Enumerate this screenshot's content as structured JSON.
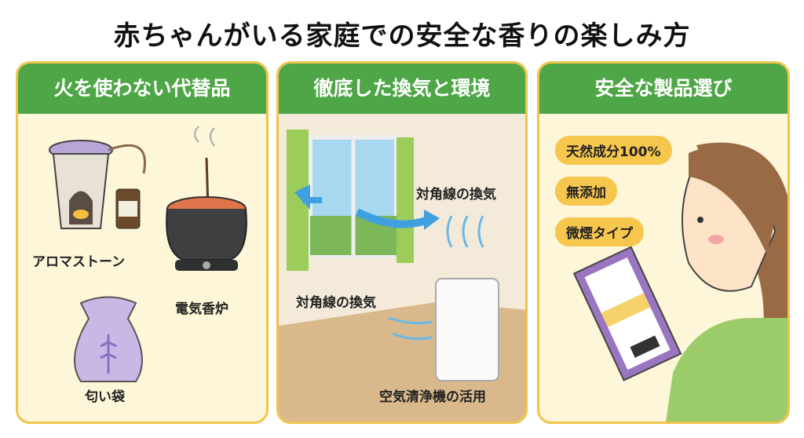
{
  "title": "赤ちゃんがいる家庭での安全な香りの楽しみ方",
  "panels": [
    {
      "heading": "火を使わない代替品",
      "items": [
        "アロマストーン",
        "電気香炉",
        "匂い袋"
      ]
    },
    {
      "heading": "徹底した換気と環境",
      "items": [
        "対角線の換気",
        "対角線の換気",
        "空気清浄機の活用"
      ]
    },
    {
      "heading": "安全な製品選び",
      "badges": [
        "天然成分100%",
        "無添加",
        "微煙タイプ"
      ]
    }
  ],
  "colors": {
    "header_green": "#4ea647",
    "panel_bg": "#fdf6d9",
    "border": "#efc34c",
    "badge": "#f6c64d"
  }
}
